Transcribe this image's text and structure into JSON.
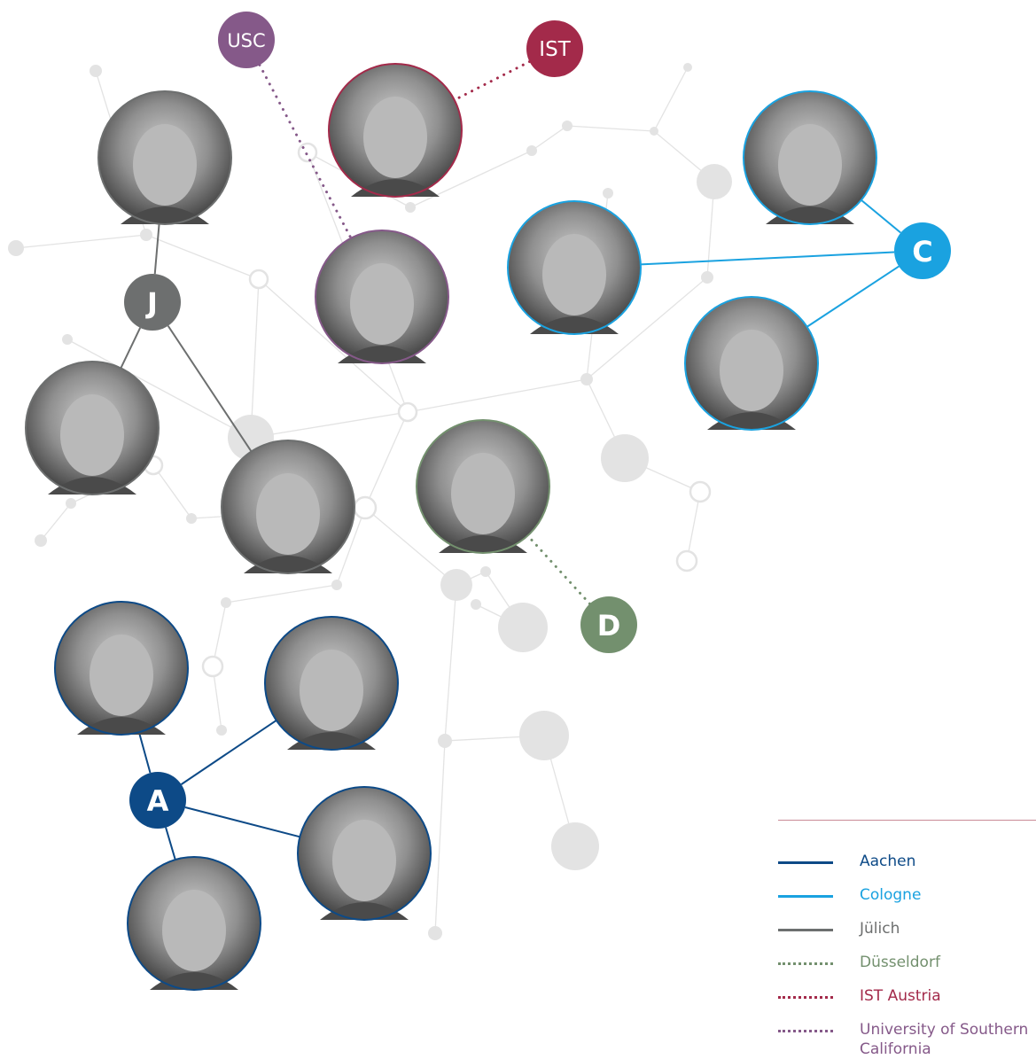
{
  "colors": {
    "aachen": "#0d4a87",
    "cologne": "#1aa2e0",
    "juelich": "#6d6f6f",
    "duesseldorf": "#73906e",
    "ist": "#a32a4a",
    "usc": "#855989",
    "background_network": "#e3e3e3"
  },
  "hubs": [
    {
      "id": "A",
      "label": "A",
      "group": "aachen"
    },
    {
      "id": "C",
      "label": "C",
      "group": "cologne"
    },
    {
      "id": "J",
      "label": "J",
      "group": "juelich"
    },
    {
      "id": "D",
      "label": "D",
      "group": "duesseldorf"
    },
    {
      "id": "IST",
      "label": "IST",
      "group": "ist"
    },
    {
      "id": "USC",
      "label": "USC",
      "group": "usc"
    }
  ],
  "people": [
    {
      "id": "j1",
      "group": "juelich",
      "portrait": "man-glasses-mustache-photo"
    },
    {
      "id": "j2",
      "group": "juelich",
      "portrait": "man-glasses-suit-photo"
    },
    {
      "id": "j3",
      "group": "juelich",
      "portrait": "man-glasses-smiling-photo"
    },
    {
      "id": "i1",
      "group": "ist",
      "portrait": "man-curly-hair-glasses-photo"
    },
    {
      "id": "u1",
      "group": "usc",
      "portrait": "woman-glasses-photo"
    },
    {
      "id": "c1",
      "group": "cologne",
      "portrait": "man-glasses-photo"
    },
    {
      "id": "c2",
      "group": "cologne",
      "portrait": "man-glasses-chalkboard-photo"
    },
    {
      "id": "c3",
      "group": "cologne",
      "portrait": "man-beard-chalkboard-photo"
    },
    {
      "id": "d1",
      "group": "duesseldorf",
      "portrait": "man-smiling-photo"
    },
    {
      "id": "a1",
      "group": "aachen",
      "portrait": "man-beard-photo"
    },
    {
      "id": "a2",
      "group": "aachen",
      "portrait": "man-short-hair-photo"
    },
    {
      "id": "a3",
      "group": "aachen",
      "portrait": "man-glasses-curly-photo"
    },
    {
      "id": "a4",
      "group": "aachen",
      "portrait": "man-glasses-beard-photo"
    }
  ],
  "legend": {
    "items": [
      {
        "label": "Aachen",
        "group": "aachen",
        "style": "solid"
      },
      {
        "label": "Cologne",
        "group": "cologne",
        "style": "solid"
      },
      {
        "label": "Jülich",
        "group": "juelich",
        "style": "solid"
      },
      {
        "label": "Düsseldorf",
        "group": "duesseldorf",
        "style": "dotted"
      },
      {
        "label": "IST Austria",
        "group": "ist",
        "style": "dotted"
      },
      {
        "label": "University of Southern California",
        "group": "usc",
        "style": "dotted"
      }
    ]
  }
}
